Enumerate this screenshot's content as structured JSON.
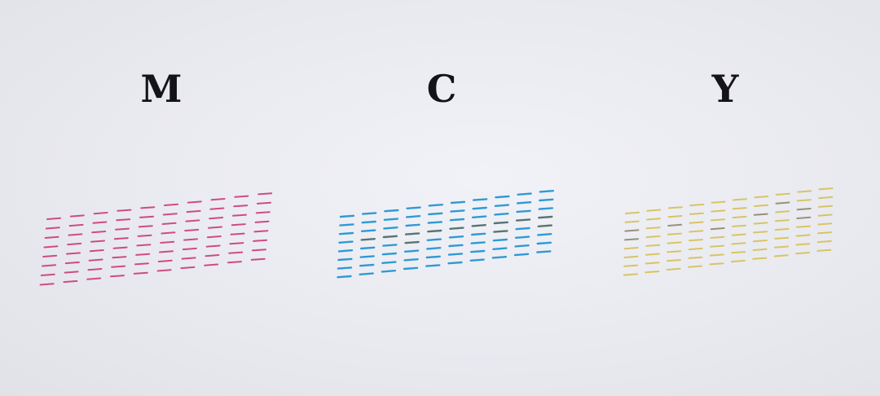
{
  "labels": {
    "magenta": "M",
    "cyan": "C",
    "yellow": "Y"
  },
  "colors": {
    "paper": "#ecedf3",
    "label_text": "#141318",
    "magenta": "#cc3f78",
    "cyan": "#2596d4",
    "yellow": "#d8c25c",
    "faded_cyan": "#4f6f6c",
    "faded_yellow": "#968c72"
  }
}
